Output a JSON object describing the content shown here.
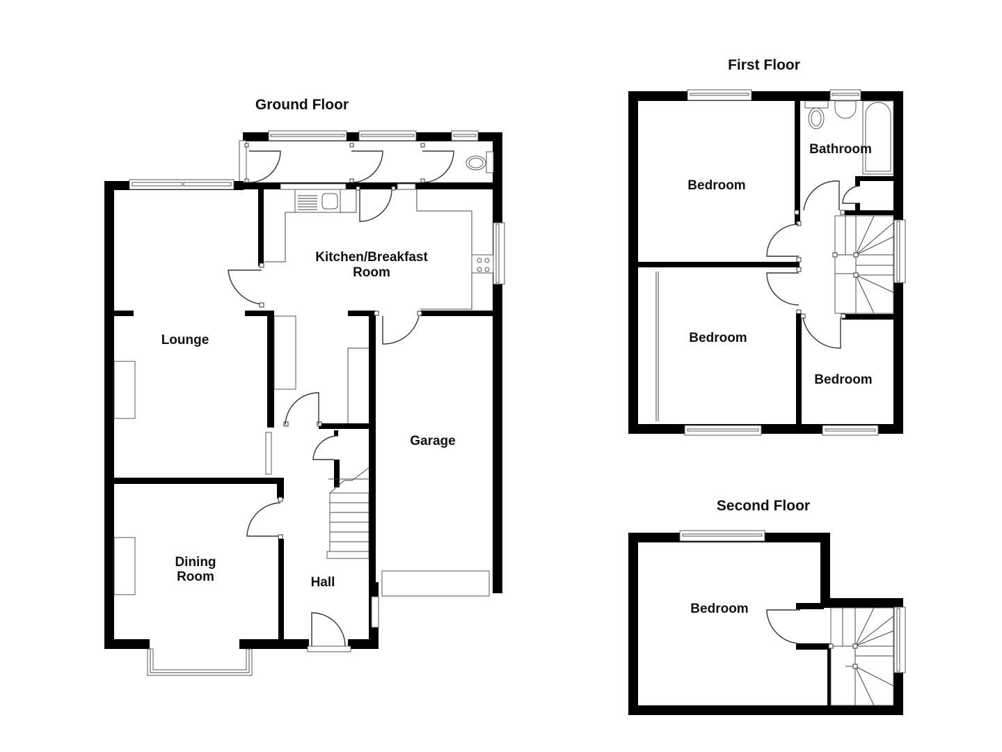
{
  "colors": {
    "wall": "#000000",
    "background": "#ffffff",
    "text": "#111111",
    "fixture_stroke": "#555555"
  },
  "ground_floor": {
    "title": "Ground Floor",
    "rooms": [
      {
        "name": "Kitchen/Breakfast",
        "name_line2": "Room"
      },
      {
        "name": "Lounge"
      },
      {
        "name": "Dining",
        "name_line2": "Room"
      },
      {
        "name": "Hall"
      },
      {
        "name": "Garage"
      }
    ],
    "fixtures": [
      "sink",
      "hob",
      "wc"
    ]
  },
  "first_floor": {
    "title": "First Floor",
    "rooms": [
      {
        "name": "Bedroom"
      },
      {
        "name": "Bathroom"
      },
      {
        "name": "Bedroom"
      },
      {
        "name": "Bedroom"
      }
    ],
    "fixtures": [
      "wc",
      "basin",
      "bath",
      "stairs"
    ]
  },
  "second_floor": {
    "title": "Second Floor",
    "rooms": [
      {
        "name": "Bedroom"
      }
    ],
    "fixtures": [
      "stairs"
    ]
  }
}
